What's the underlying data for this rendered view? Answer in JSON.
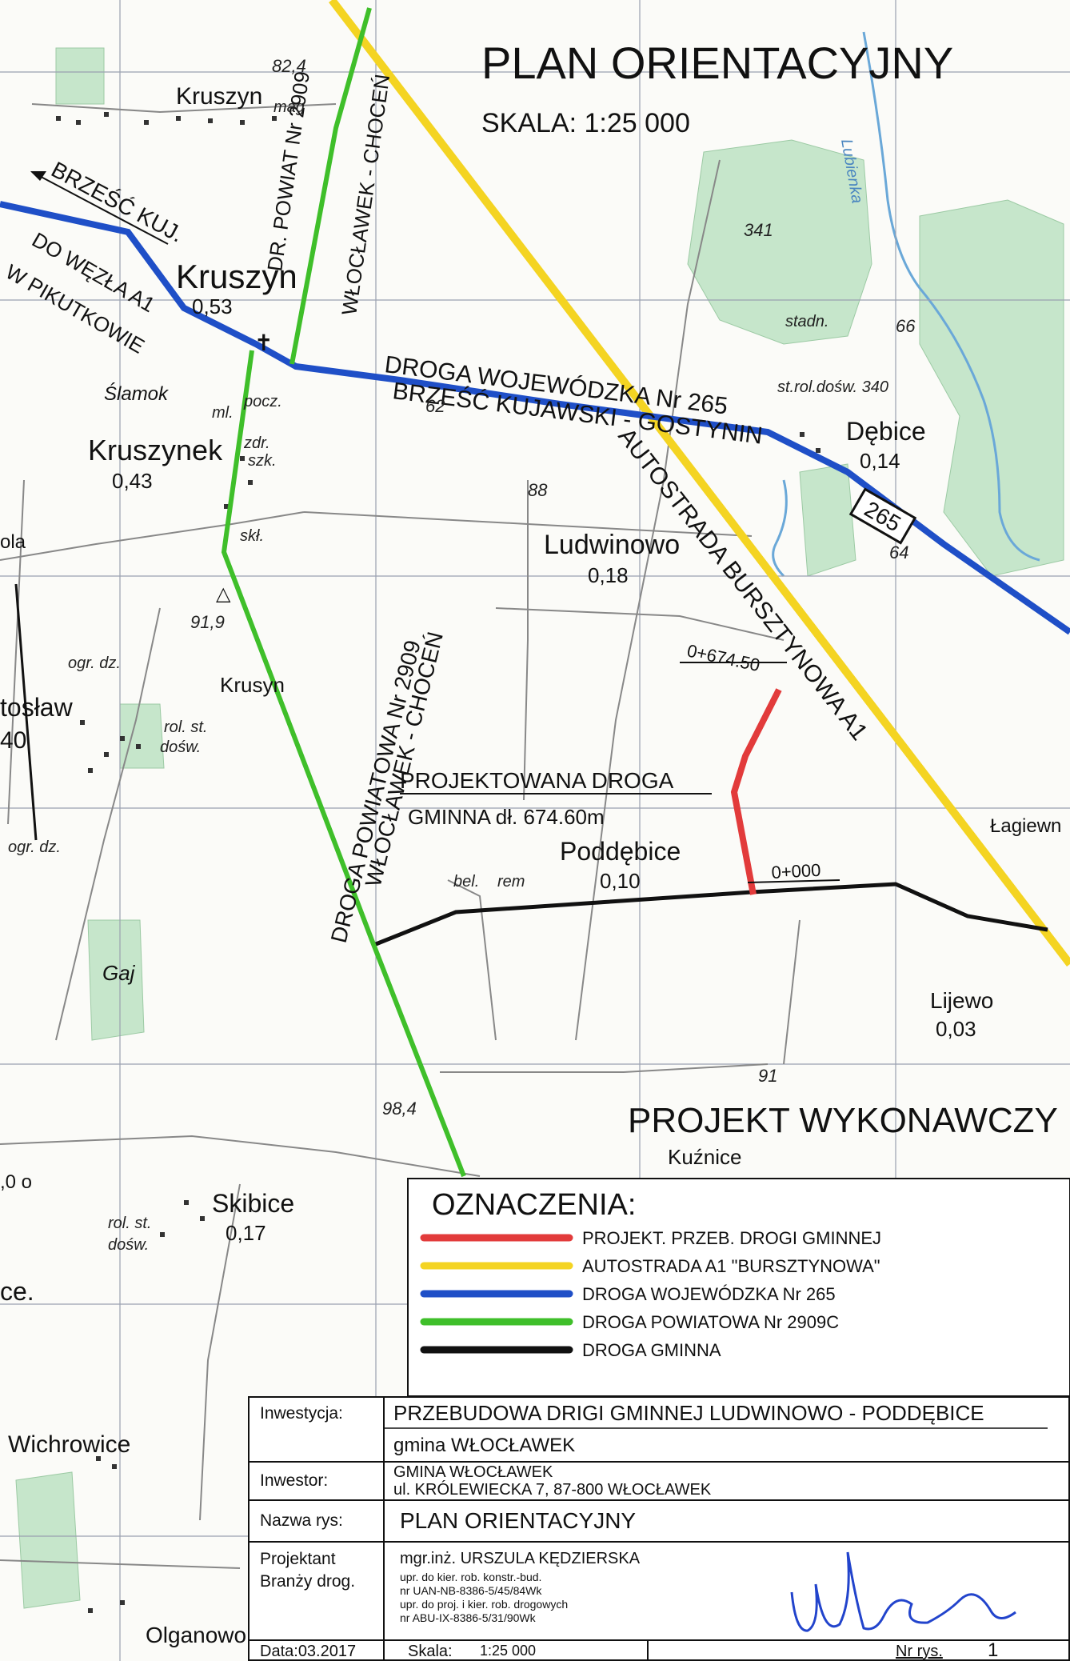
{
  "header": {
    "title": "PLAN ORIENTACYJNY",
    "scale": "SKALA: 1:25 000",
    "stamp": "PROJEKT WYKONAWCZY"
  },
  "map": {
    "towns": [
      {
        "name": "Kruszyn",
        "value": "0,53"
      },
      {
        "name": "Kruszynek",
        "value": "0,43"
      },
      {
        "name": "Ludwinowo",
        "value": "0,18"
      },
      {
        "name": "Dębice",
        "value": "0,14"
      },
      {
        "name": "Poddębice",
        "value": "0,10"
      },
      {
        "name": "Lijewo",
        "value": "0,03"
      },
      {
        "name": "Skibice",
        "value": "0,17"
      }
    ],
    "places": [
      "Kruszyn",
      "Ślamok",
      "Gaj",
      "Wichrowice",
      "Olganowo",
      "Kuźnice",
      "Łagiewn",
      "tosław",
      "Krusyn"
    ],
    "small_labels": [
      "mag",
      "ml.",
      "pocz.",
      "zdr.",
      "szk.",
      "skł.",
      "stadn.",
      "st.rol.dośw. 340",
      "rol. st.",
      "dośw.",
      "ogr. dz.",
      "ogr. dz.",
      "rol. st.",
      "dośw.",
      "Lubienka",
      "bel.",
      "rem"
    ],
    "heights": [
      "82,4",
      "341",
      "66",
      "62",
      "88",
      "64",
      "91,9",
      "91",
      "98,4"
    ],
    "road_labels": {
      "voivodeship_line1": "DROGA WOJEWÓDZKA Nr 265",
      "voivodeship_line2": "BRZEŚĆ KUJAWSKI - GOSTYNIN",
      "motorway": "AUTOSTRADA BURSZTYNOWA A1",
      "county_north_line1": "DR. POWIAT Nr 2909",
      "county_north_line2": "WŁOCŁAWEK - CHOCEŃ",
      "county_south_line1": "DROGA POWIATOWA Nr 2909",
      "county_south_line2": "WŁOCŁAWEK - CHOCEŃ",
      "dir_brzesc": "BRZEŚĆ KUJ.",
      "dir_wezel_1": "DO WĘZŁA A1",
      "dir_wezel_2": "W PIKUTKOWIE",
      "road_no": "265",
      "partial_40": "40",
      "partial_ola": "ola",
      "partial_ce": "ce.",
      "partial_0o": ",0 o"
    },
    "project": {
      "line1": "PROJEKTOWANA DROGA",
      "line2": "GMINNA dł. 674.60m",
      "chainage_end": "0+674.50",
      "chainage_start": "0+000"
    }
  },
  "legend": {
    "title": "OZNACZENIA:",
    "items": [
      {
        "label": "PROJEKT. PRZEB. DROGI GMINNEJ",
        "color": "#e23b3b"
      },
      {
        "label": "AUTOSTRADA A1 \"BURSZTYNOWA\"",
        "color": "#f4d422"
      },
      {
        "label": "DROGA WOJEWÓDZKA Nr 265",
        "color": "#1f4fc7"
      },
      {
        "label": "DROGA POWIATOWA Nr 2909C",
        "color": "#3fbf2a"
      },
      {
        "label": "DROGA GMINNA",
        "color": "#111111"
      }
    ]
  },
  "title_block": {
    "investment_label": "Inwestycja:",
    "investment_value": "PRZEBUDOWA DRIGI GMINNEJ LUDWINOWO - PODDĘBICE",
    "investment_sub": "gmina WŁOCŁAWEK",
    "investor_label": "Inwestor:",
    "investor_line1": "GMINA WŁOCŁAWEK",
    "investor_line2": "ul. KRÓLEWIECKA 7, 87-800 WŁOCŁAWEK",
    "drawing_name_label": "Nazwa rys:",
    "drawing_name_value": "PLAN ORIENTACYJNY",
    "designer_label_1": "Projektant",
    "designer_label_2": "Branży drog.",
    "designer_name": "mgr.inż. URSZULA KĘDZIERSKA",
    "designer_qual_1": "upr. do kier. rob. konstr.-bud.",
    "designer_qual_2": "nr UAN-NB-8386-5/45/84Wk",
    "designer_qual_3": "upr. do proj. i kier. rob. drogowych",
    "designer_qual_4": "nr ABU-IX-8386-5/31/90Wk",
    "date_label": "Data:",
    "date_value": "03.2017",
    "scale_label": "Skala:",
    "scale_value": "1:25 000",
    "sheet_label": "Nr rys.",
    "sheet_value": "1"
  },
  "colors": {
    "project_road": "#e23b3b",
    "motorway": "#f4d422",
    "voivodeship": "#1f4fc7",
    "county": "#3fbf2a",
    "municipal": "#111111",
    "forest": "#bfe3c4",
    "water": "#6aa8d8"
  }
}
